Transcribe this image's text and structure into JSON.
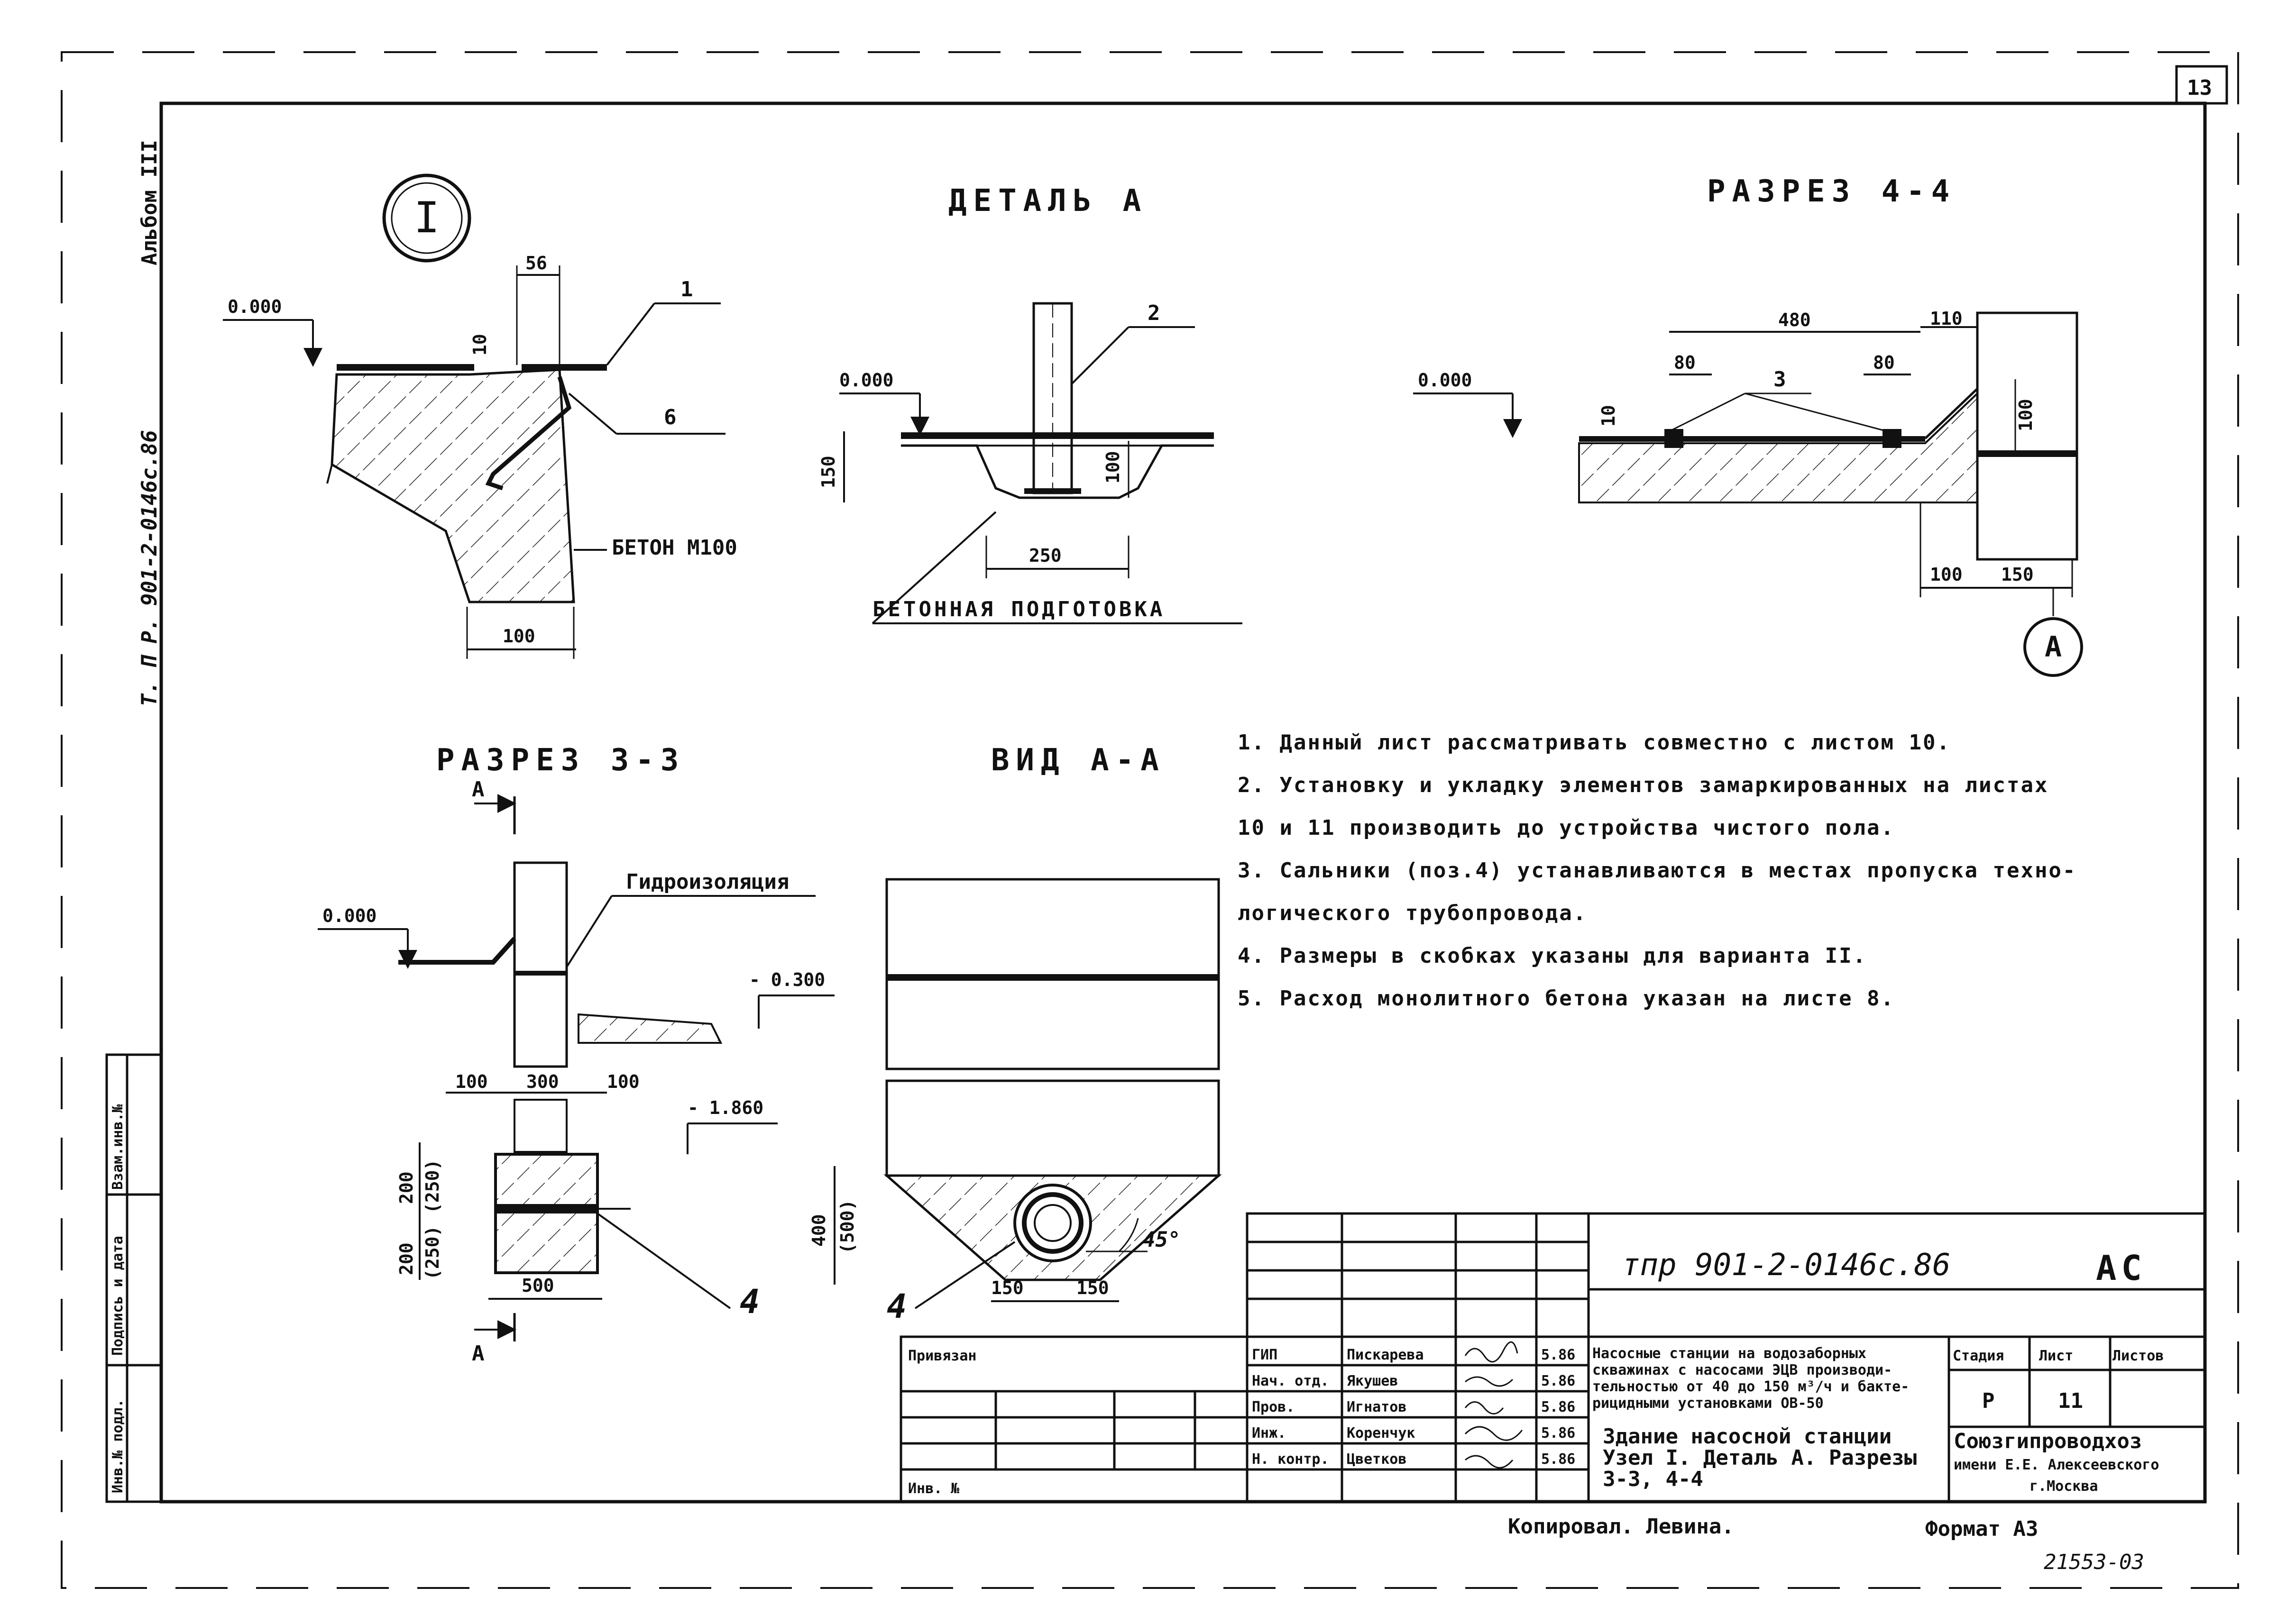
{
  "sheet_number": "13",
  "album_side_label": "Т. П Р. 901-2-0146с.86",
  "album_label": "Альбом III",
  "drawings": {
    "node_circle": "I",
    "detail_a": {
      "title": "ДЕТАЛЬ А",
      "level": "0.000",
      "pos_label": "2",
      "dim_height": "150",
      "dim_inner": "100",
      "dim_width": "250",
      "note": "БЕТОННАЯ ПОДГОТОВКА"
    },
    "node_detail": {
      "level": "0.000",
      "dim_top": "56",
      "dim_side": "10",
      "pos_1": "1",
      "pos_6": "6",
      "concrete": "БЕТОН М100",
      "dim_bottom": "100"
    },
    "section_4_4": {
      "title": "РАЗРЕЗ 4-4",
      "level": "0.000",
      "dim_total": "480",
      "dim_110": "110",
      "dim_80_left": "80",
      "dim_80_right": "80",
      "pos_3": "3",
      "dim_10": "10",
      "dim_100_vertical": "100",
      "dim_100_bottom": "100",
      "dim_150_bottom": "150",
      "view_mark": "А"
    },
    "section_3_3": {
      "title": "РАЗРЕЗ 3-3",
      "cut_mark_top": "А",
      "cut_mark_bottom": "А",
      "level_0": "0.000",
      "waterproofing": "Гидроизоляция",
      "level_0300": "- 0.300",
      "level_1860": "- 1.860",
      "dim_100_left": "100",
      "dim_300": "300",
      "dim_100_right": "100",
      "dim_200_upper": "200",
      "dim_250_upper": "(250)",
      "dim_200_lower": "200",
      "dim_250_lower": "(250)",
      "dim_500": "500",
      "pos_4": "4"
    },
    "view_a_a": {
      "title": "ВИД А-А",
      "dim_400": "400",
      "dim_500": "(500)",
      "angle": "45°",
      "dim_150_left": "150",
      "dim_150_right": "150",
      "pos_4": "4"
    }
  },
  "notes": [
    "1. Данный лист рассматривать совместно с листом 10.",
    "2. Установку и укладку элементов замаркированных на листах",
    "10 и 11 производить до устройства чистого пола.",
    "3. Сальники (поз.4) устанавливаются в местах пропуска техно-",
    "логического трубопровода.",
    "4. Размеры в скобках указаны для варианта II.",
    "5. Расход монолитного бетона указан на листе 8."
  ],
  "title_block": {
    "doc_code": "тпр 901-2-0146с.86",
    "mark": "АС",
    "bound_label": "Привязан",
    "inv_label": "Инв. №",
    "roles": [
      {
        "role": "ГИП",
        "name": "Пискарева",
        "date": "5.86"
      },
      {
        "role": "Нач. отд.",
        "name": "Якушев",
        "date": "5.86"
      },
      {
        "role": "Пров.",
        "name": "Игнатов",
        "date": "5.86"
      },
      {
        "role": "Инж.",
        "name": "Коренчук",
        "date": "5.86"
      },
      {
        "role": "Н. контр.",
        "name": "Цветков",
        "date": "5.86"
      }
    ],
    "project_title": [
      "Насосные станции на водозаборных",
      "скважинах с насосами ЭЦВ производи-",
      "тельностью от 40 до 150 м³/ч и бакте-",
      "рицидными установками ОВ-50"
    ],
    "sheet_title": [
      "Здание насосной станции",
      "Узел I. Деталь А. Разрезы",
      "3-3, 4-4"
    ],
    "stage_label": "Стадия",
    "stage": "Р",
    "sheet_label": "Лист",
    "sheet": "11",
    "sheets_label": "Листов",
    "org": [
      "Союзгипроводхоз",
      "имени Е.Е. Алексеевского",
      "г.Москва"
    ]
  },
  "side_stamp": {
    "inv_orig": "Инв.№ подл.",
    "sign_date": "Подпись и дата",
    "replace_inv": "Взам.инв.№"
  },
  "footer": {
    "copied": "Копировал. Левина.",
    "format": "Формат А3",
    "archive": "21553-03"
  }
}
